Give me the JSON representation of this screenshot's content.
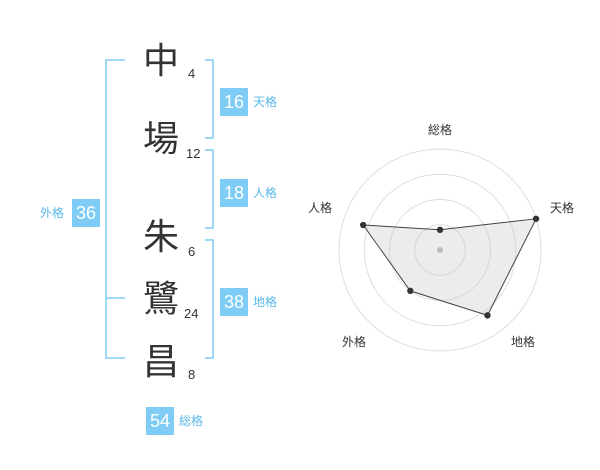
{
  "name_chars": [
    {
      "char": "中",
      "strokes": "4"
    },
    {
      "char": "場",
      "strokes": "12"
    },
    {
      "char": "朱",
      "strokes": "6"
    },
    {
      "char": "鷺",
      "strokes": "24"
    },
    {
      "char": "昌",
      "strokes": "8"
    }
  ],
  "fortunes": {
    "tenkaku": {
      "value": "16",
      "label": "天格"
    },
    "jinkaku": {
      "value": "18",
      "label": "人格"
    },
    "chikaku": {
      "value": "38",
      "label": "地格"
    },
    "gaikaku": {
      "value": "36",
      "label": "外格"
    },
    "soukaku": {
      "value": "54",
      "label": "総格"
    }
  },
  "colors": {
    "accent": "#7fcdf6",
    "accent_text": "#5ab8ea",
    "bracket": "#7fcdf6"
  },
  "chart_data": {
    "type": "radar",
    "axes": [
      "総格",
      "天格",
      "地格",
      "外格",
      "人格"
    ],
    "values": [
      1,
      5,
      4,
      2.5,
      4
    ],
    "range": [
      0,
      5
    ],
    "rings": 4
  }
}
